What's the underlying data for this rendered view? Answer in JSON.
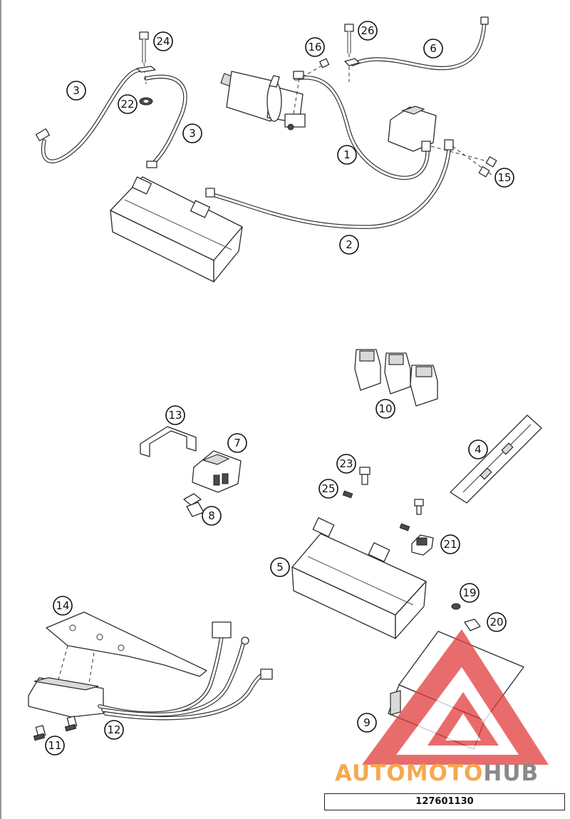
{
  "diagram_id": "127601130",
  "watermark": {
    "part_a": "AUTOMOTO",
    "part_b": "HUB",
    "color_a": "#f5a94f",
    "color_b": "#8a8a8a",
    "logo_color": "#e23b3b"
  },
  "callouts": {
    "c1": "1",
    "c2": "2",
    "c3a": "3",
    "c3b": "3",
    "c4": "4",
    "c5": "5",
    "c6": "6",
    "c7": "7",
    "c8": "8",
    "c9": "9",
    "c10": "10",
    "c11": "11",
    "c12": "12",
    "c13": "13",
    "c14": "14",
    "c15": "15",
    "c16": "16",
    "c19": "19",
    "c20": "20",
    "c21": "21",
    "c22": "22",
    "c23": "23",
    "c24": "24",
    "c25": "25",
    "c26": "26"
  }
}
